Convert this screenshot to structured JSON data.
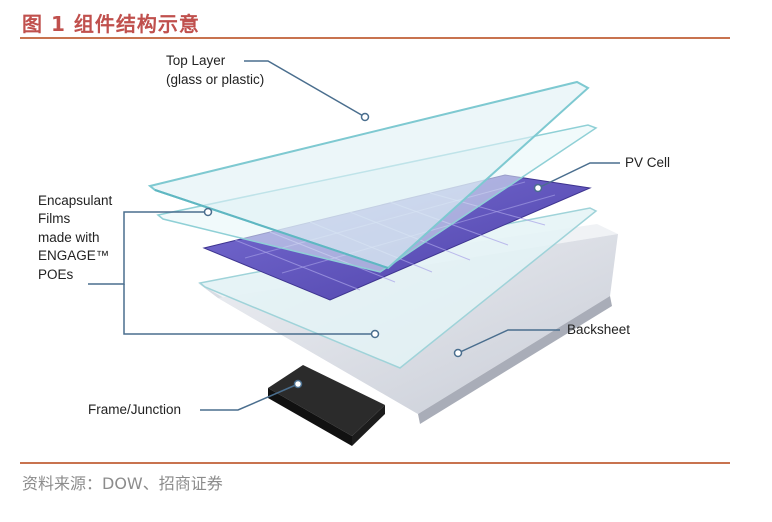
{
  "figure": {
    "title": "图 1 组件结构示意",
    "source": "资料来源：DOW、招商证券"
  },
  "labels": {
    "top_layer": [
      "Top Layer",
      "(glass or plastic)"
    ],
    "pv_cell": "PV Cell",
    "encapsulant": [
      "Encapsulant",
      "Films",
      "made with",
      "ENGAGE™",
      "POEs"
    ],
    "backsheet": "Backsheet",
    "frame_junction": "Frame/Junction"
  },
  "colors": {
    "accent": "#c8734f",
    "title": "#c0504d",
    "leader_line": "#4a6e8e",
    "pv_cell": "#5b4fb8",
    "glass": "#d8eef3"
  }
}
